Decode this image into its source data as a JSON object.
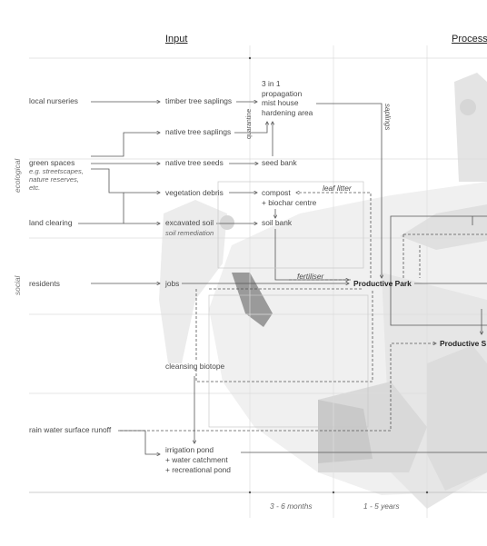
{
  "headers": {
    "input": "Input",
    "process": "Process"
  },
  "side_labels": {
    "ecological": "ecological",
    "social": "social"
  },
  "inputs": {
    "local_nurseries": "local nurseries",
    "green_spaces": "green spaces",
    "green_spaces_note_1": "e.g. streetscapes,",
    "green_spaces_note_2": "nature reserves,",
    "green_spaces_note_3": "etc.",
    "land_clearing": "land clearing",
    "residents": "residents",
    "rain_water": "rain water surface runoff"
  },
  "items": {
    "timber_saplings": "timber tree saplings",
    "native_saplings": "native tree saplings",
    "native_seeds": "native tree seeds",
    "vegetation_debris": "vegetation debris",
    "excavated_soil": "excavated soil",
    "soil_remediation": "soil remediation",
    "jobs": "jobs",
    "cleansing_biotope": "cleansing biotope",
    "irrigation_pond": "irrigation pond",
    "water_catchment": "+ water catchment",
    "recreational_pond": "+ recreational pond"
  },
  "propagation": [
    "3 in 1",
    "propagation",
    "mist house",
    "hardening area"
  ],
  "quarantine": "quarantine",
  "seed_bank": "seed bank",
  "compost": "compost",
  "biochar": "+ biochar centre",
  "soil_bank": "soil bank",
  "leaf_litter": "leaf litter",
  "fertiliser": "fertiliser",
  "saplings": "saplings",
  "productive_park": "Productive Park",
  "productive_s": "Productive S",
  "timeline": {
    "t1": "3 - 6 months",
    "t2": "1 - 5 years"
  }
}
